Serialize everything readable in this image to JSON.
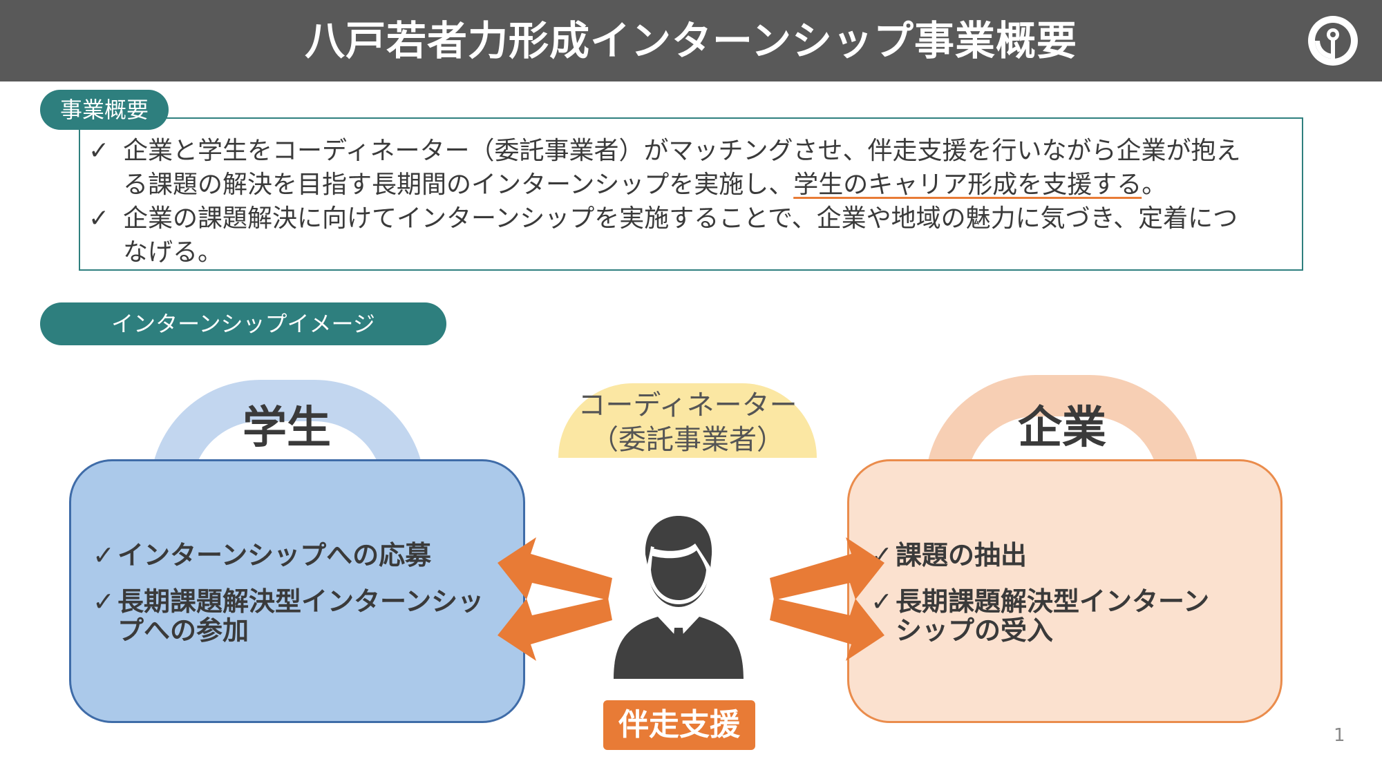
{
  "header": {
    "title": "八戸若者力形成インターンシップ事業概要"
  },
  "overview": {
    "pill_label": "事業概要",
    "check_glyph": "✓",
    "bullet1_line1": "企業と学生をコーディネーター（委託事業者）がマッチングさせ、伴走支援を行いながら企業が抱え",
    "bullet1_line2_pre": "る課題の解決を目指す長期間のインターンシップを実施し、",
    "bullet1_line2_underlined": "学生のキャリア形成を支援する",
    "bullet1_line2_post": "。",
    "bullet2_line1": "企業の課題解決に向けてインターンシップを実施することで、企業や地域の魅力に気づき、定着につ",
    "bullet2_line2": "なげる。"
  },
  "image_section": {
    "pill_label": "インターンシップイメージ"
  },
  "student": {
    "label": "学生",
    "items": [
      "インターンシップへの応募",
      "長期課題解決型インターンシッ",
      "プへの参加"
    ]
  },
  "coordinator": {
    "line1": "コーディネーター",
    "line2": "（委託事業者）"
  },
  "company": {
    "label": "企業",
    "items": [
      "課題の抽出",
      "長期課題解決型インターン",
      "シップの受入"
    ]
  },
  "support_label": "伴走支援",
  "page_number": "1",
  "colors": {
    "header_bg": "#595959",
    "teal": "#2e7f7e",
    "student_fill": "#abc9ea",
    "company_fill": "#fbe1cf",
    "orange": "#e87b36",
    "coordinator_fill": "#fbe7a3"
  },
  "icons": {
    "logo": "hachinohe-city-emblem-icon",
    "person": "businessman-icon"
  }
}
